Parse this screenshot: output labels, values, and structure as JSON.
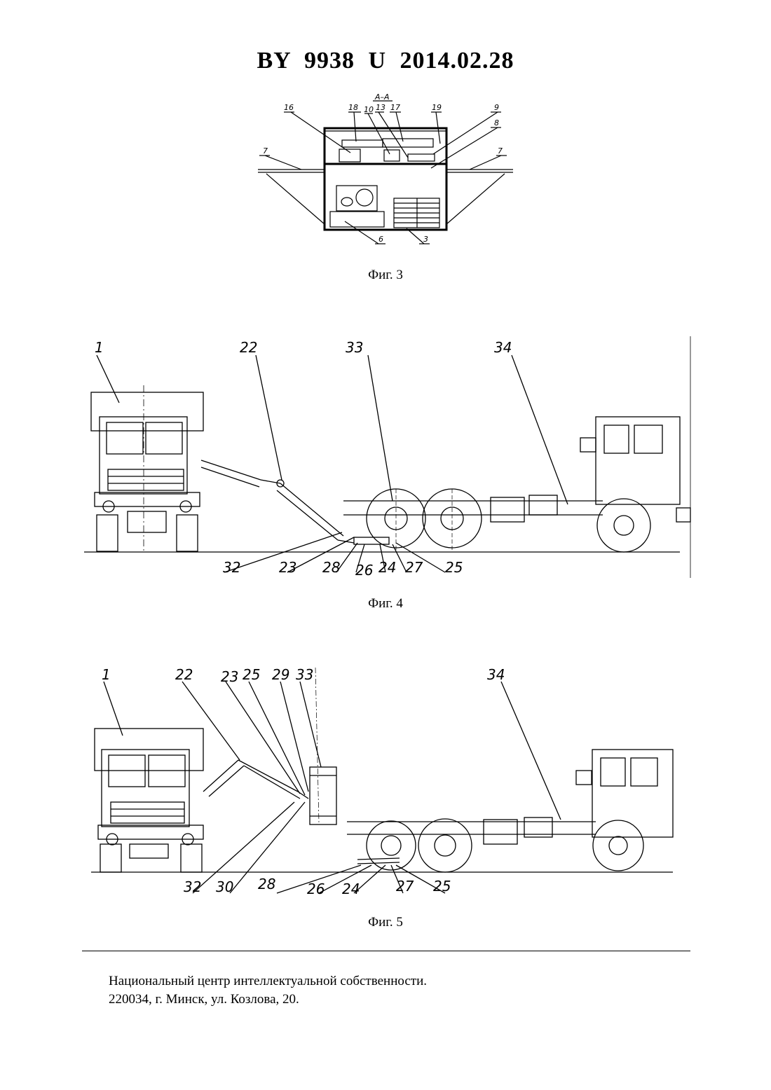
{
  "header": {
    "doc_number": "BY  9938  U  2014.02.28"
  },
  "figures": [
    {
      "caption": "Фиг. 3",
      "section_label": "А–А",
      "labels": [
        "16",
        "18",
        "10",
        "13",
        "17",
        "19",
        "9",
        "8",
        "7",
        "7",
        "6",
        "3"
      ]
    },
    {
      "caption": "Фиг. 4",
      "labels": [
        "1",
        "22",
        "33",
        "34",
        "32",
        "23",
        "28",
        "26",
        "24",
        "27",
        "25"
      ]
    },
    {
      "caption": "Фиг. 5",
      "labels": [
        "1",
        "22",
        "23",
        "25",
        "29",
        "33",
        "34",
        "32",
        "30",
        "28",
        "26",
        "24",
        "27",
        "25"
      ]
    }
  ],
  "footer": {
    "line1": "Национальный центр интеллектуальной собственности.",
    "line2": "220034, г. Минск, ул. Козлова, 20."
  }
}
